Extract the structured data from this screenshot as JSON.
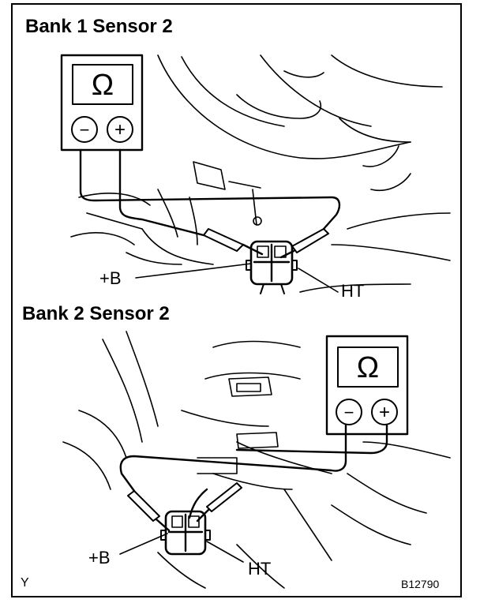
{
  "panels": [
    {
      "title": "Bank 1 Sensor 2",
      "ohm_symbol": "Ω",
      "minus_symbol": "−",
      "plus_symbol": "+",
      "label_left": "+B",
      "label_right": "HT"
    },
    {
      "title": "Bank 2 Sensor 2",
      "ohm_symbol": "Ω",
      "minus_symbol": "−",
      "plus_symbol": "+",
      "label_left": "+B",
      "label_right": "HT"
    }
  ],
  "footer": {
    "corner_mark": "Y",
    "figure_code": "B12790"
  }
}
